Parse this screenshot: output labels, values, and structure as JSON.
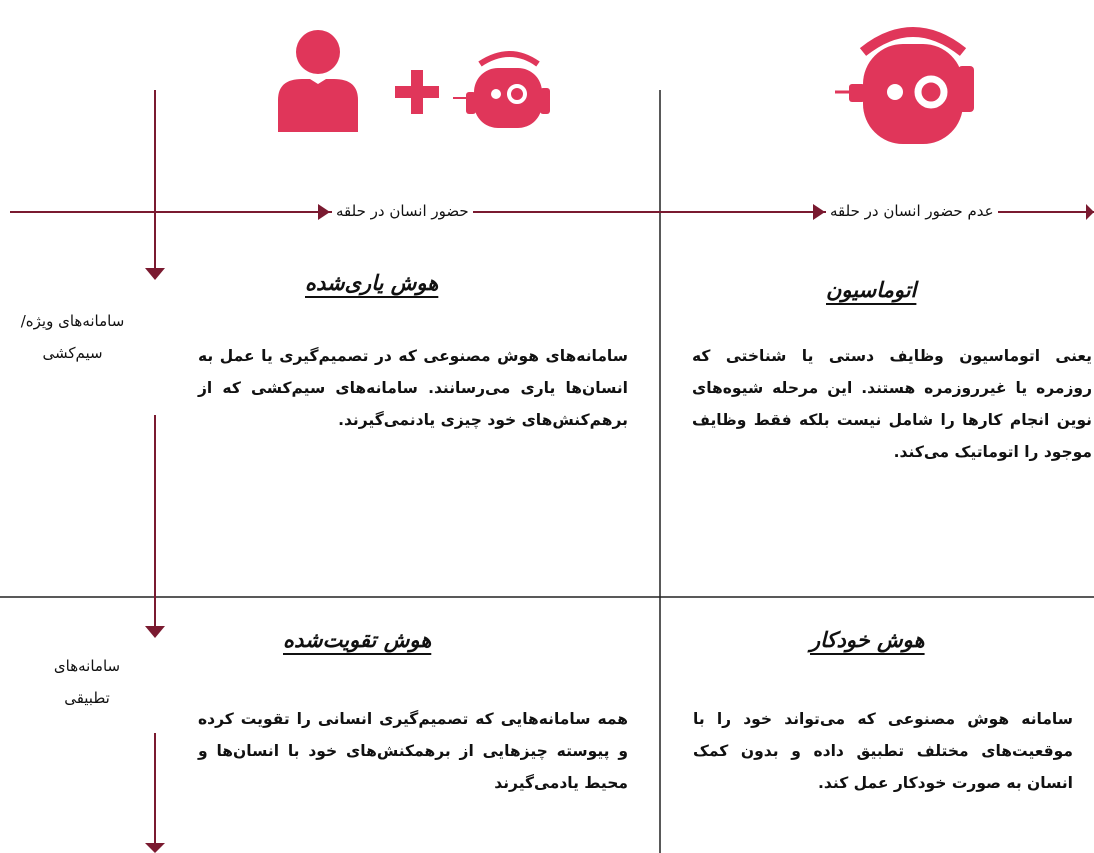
{
  "colors": {
    "accent": "#e0365a",
    "arrow": "#7a1a30",
    "line": "#222222"
  },
  "icons": [
    "person-icon",
    "plus-icon",
    "robot-icon"
  ],
  "header": {
    "human_in_loop": "حضور انسان در حلقه",
    "no_human_in_loop": "عدم حضور انسان در حلقه"
  },
  "rows": {
    "specific": "سامانه‌های ویژه/سیم‌کشی",
    "adaptive": "سامانه‌های تطبیقی"
  },
  "cells": {
    "assisted": {
      "title": "هوش یاری‌شده",
      "desc": "سامانه‌های هوش مصنوعی که در تصمیم‌گیری یا عمل به انسان‌ها یاری می‌رسانند. سامانه‌های سیم‌کشی که از برهم‌کنش‌های خود چیزی یادنمی‌گیرند."
    },
    "automation": {
      "title": "اتوماسیون",
      "desc": "یعنی اتوماسیون وظایف دستی یا شناختی که روزمره یا غیرروزمره هستند. این مرحله شیوه‌های نوین انجام کارها را شامل نیست بلکه فقط وظایف موجود را اتوماتیک می‌کند."
    },
    "augmented": {
      "title": "هوش تقویت‌شده",
      "desc": "همه سامانه‌هایی که تصمیم‌گیری انسانی را تقویت کرده و پیوسته چیزهایی از برهمکنش‌های خود با انسان‌ها و محیط یادمی‌گیرند"
    },
    "autonomous": {
      "title": "هوش خودکار",
      "desc": "سامانه هوش مصنوعی که می‌تواند خود را با موقعیت‌های مختلف تطبیق داده و بدون کمک انسان به صورت خودکار عمل کند."
    }
  }
}
